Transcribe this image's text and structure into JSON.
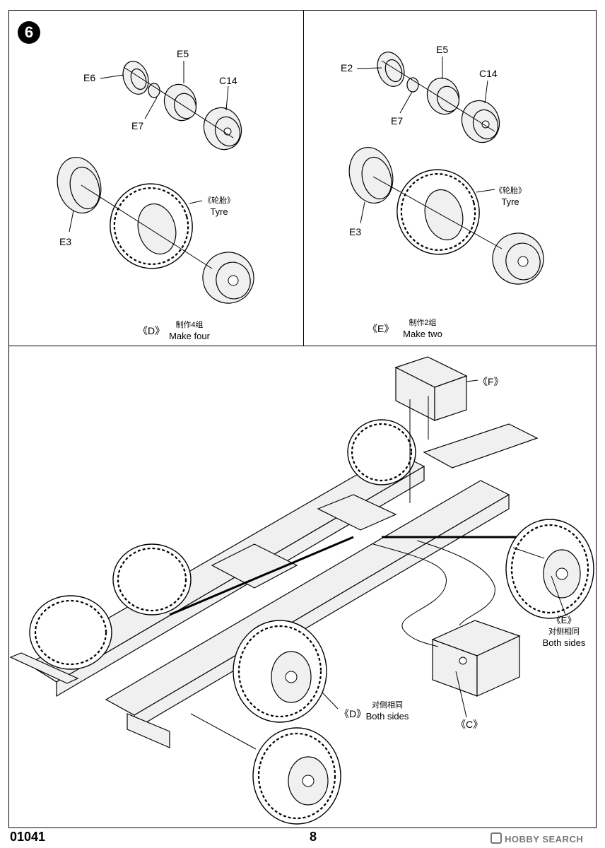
{
  "step_number": "6",
  "panel_d": {
    "labels": {
      "e6": "E6",
      "e5": "E5",
      "e7": "E7",
      "c14": "C14",
      "e3": "E3"
    },
    "tyre_cn": "《轮胎》",
    "tyre_en": "Tyre",
    "assembly_code": "《D》",
    "instruction_cn": "制作4组",
    "instruction_en": "Make four"
  },
  "panel_e": {
    "labels": {
      "e2": "E2",
      "e5": "E5",
      "e7": "E7",
      "c14": "C14",
      "e3": "E3"
    },
    "tyre_cn": "《轮胎》",
    "tyre_en": "Tyre",
    "assembly_code": "《E》",
    "instruction_cn": "制作2组",
    "instruction_en": "Make two"
  },
  "main": {
    "callout_f": "《F》",
    "callout_c": "《C》",
    "callout_e_code": "《E》",
    "callout_e_cn": "对侧相同",
    "callout_e_en": "Both sides",
    "callout_d_code": "《D》",
    "callout_d_cn": "对侧相同",
    "callout_d_en": "Both sides"
  },
  "footer": {
    "model_number": "01041",
    "page_number": "8",
    "watermark": "HOBBY SEARCH"
  }
}
